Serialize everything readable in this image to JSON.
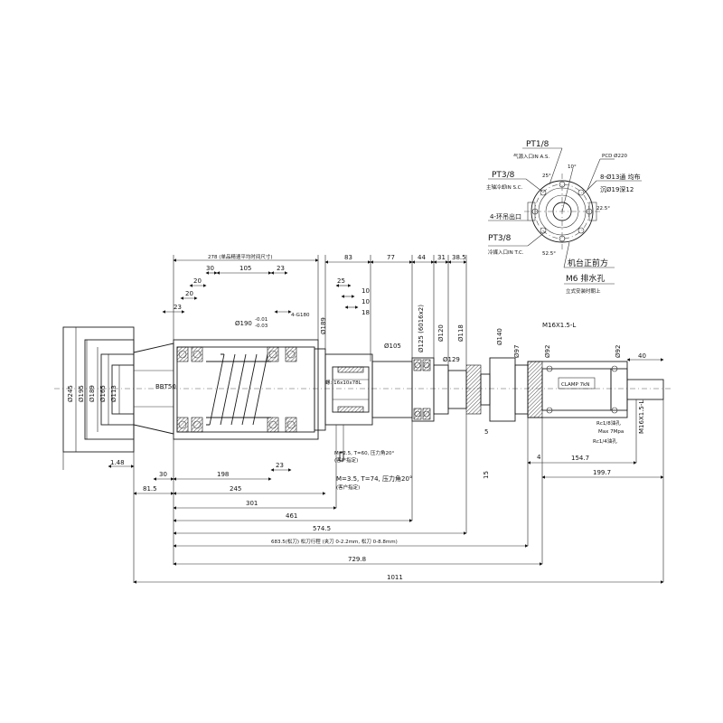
{
  "top_dims": {
    "d278": "278 (单品精速平均时间尺寸)",
    "d30": "30",
    "d105": "105",
    "d23a": "23",
    "d23b": "23",
    "d20a": "20",
    "d20b": "20",
    "d83": "83",
    "d77": "77",
    "d44": "44",
    "d31": "31",
    "d385": "38.5",
    "d25": "25",
    "d10a": "10",
    "d10b": "10",
    "d18": "18"
  },
  "diameters": {
    "d190": "Ø190",
    "d190tol_a": "-0.01",
    "d190tol_b": "-0.03",
    "g180": "4-G180",
    "d189": "Ø189",
    "d105": "Ø105",
    "d125": "Ø125 (6016x2)",
    "d120": "Ø120",
    "d118": "Ø118",
    "d129": "Ø129",
    "d140": "Ø140",
    "d97": "Ø97",
    "d92a": "Ø92",
    "d92b": "Ø92",
    "d245": "Ø245",
    "d195": "Ø195",
    "d189l": "Ø189",
    "d165": "Ø165",
    "d113": "Ø113"
  },
  "labels": {
    "bbt": "BBT50",
    "bolt": "螺: 16x10x78L",
    "gear1": "M=2.5, T=60, 压力角20°",
    "gear1_sub": "(客户指定)",
    "gear2": "M=3.5, T=74, 压力角20°",
    "gear2_sub": "(客户指定)",
    "m16": "M16X1.5-L",
    "m16v": "M16X1.5-L",
    "rc1": "Rc1/8油孔",
    "max": "Max 7Mpa",
    "rc2": "Rc1/4油孔",
    "d5": "5",
    "d15": "15",
    "d4": "4",
    "d40": "40",
    "small_box": "CLAMP 7kN"
  },
  "bottom_dims": {
    "d148": "1.48",
    "d30": "30",
    "d198": "198",
    "d23": "23",
    "d815": "81.5",
    "d245": "245",
    "d301": "301",
    "d461": "461",
    "d5745": "574.5",
    "d6835": "683.5(松刀) 松刀行程 (夹刀 0-2.2mm, 松刀 0-8.8mm)",
    "d7298": "729.8",
    "d1011": "1011",
    "d1547": "154.7",
    "d1997": "199.7"
  },
  "detail": {
    "pt18": "PT1/8",
    "pt18_sub": "气源入口IN A.S.",
    "pt38a": "PT3/8",
    "pt38a_sub": "主轴冷却IN S.C.",
    "pt38b": "PT3/8",
    "pt38b_sub": "冷媒入口IN T.C.",
    "pcd": "PCD Ø220",
    "holes": "8-Ø13通 均布",
    "cbore": "沉Ø19深12",
    "a10": "10°",
    "a25": "25°",
    "a225": "22.5°",
    "a525": "52.5°",
    "taps": "4-环吊出口",
    "front": "机台正前方",
    "m6": "M6 排水孔",
    "m6_sub": "立式安装时朝上"
  }
}
